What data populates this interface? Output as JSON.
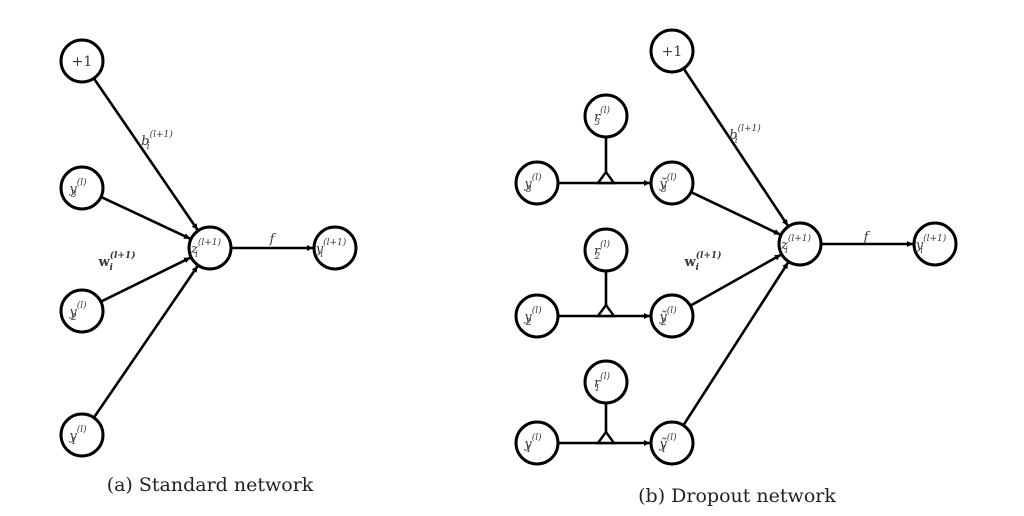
{
  "figure": {
    "panels": [
      {
        "id": "a",
        "caption": "(a) Standard network",
        "nodes": [
          {
            "id": "a_bias",
            "main": "+1",
            "sub": "",
            "sup": "",
            "style": "plain"
          },
          {
            "id": "a_y3",
            "main": "y",
            "sub": "3",
            "sup": "(l)",
            "style": "italic"
          },
          {
            "id": "a_y2",
            "main": "y",
            "sub": "2",
            "sup": "(l)",
            "style": "italic"
          },
          {
            "id": "a_y1",
            "main": "y",
            "sub": "1",
            "sup": "(l)",
            "style": "italic"
          },
          {
            "id": "a_z",
            "main": "z",
            "sub": "i",
            "sup": "(l+1)",
            "style": "italic"
          },
          {
            "id": "a_out",
            "main": "y",
            "sub": "i",
            "sup": "(l+1)",
            "style": "italic"
          }
        ],
        "edges": [
          {
            "from": "a_bias",
            "to": "a_z",
            "arrow": true
          },
          {
            "from": "a_y3",
            "to": "a_z",
            "arrow": true
          },
          {
            "from": "a_y2",
            "to": "a_z",
            "arrow": true
          },
          {
            "from": "a_y1",
            "to": "a_z",
            "arrow": true
          },
          {
            "from": "a_z",
            "to": "a_out",
            "arrow": true
          }
        ],
        "edge_labels": [
          {
            "id": "a_bias_label",
            "main": "b",
            "sub": "i",
            "sup": "(l+1)",
            "style": "italic"
          },
          {
            "id": "a_weight_label",
            "main": "w",
            "sub": "i",
            "sup": "(l+1)",
            "style": "bold"
          },
          {
            "id": "a_activation_label",
            "main": "f",
            "sub": "",
            "sup": "",
            "style": "italic"
          }
        ]
      },
      {
        "id": "b",
        "caption": "(b) Dropout network",
        "nodes": [
          {
            "id": "b_bias",
            "main": "+1",
            "sub": "",
            "sup": "",
            "style": "plain"
          },
          {
            "id": "b_r3",
            "main": "r",
            "sub": "3",
            "sup": "(l)",
            "style": "italic"
          },
          {
            "id": "b_r2",
            "main": "r",
            "sub": "2",
            "sup": "(l)",
            "style": "italic"
          },
          {
            "id": "b_r1",
            "main": "r",
            "sub": "1",
            "sup": "(l)",
            "style": "italic"
          },
          {
            "id": "b_y3",
            "main": "y",
            "sub": "3",
            "sup": "(l)",
            "style": "italic"
          },
          {
            "id": "b_y2",
            "main": "y",
            "sub": "2",
            "sup": "(l)",
            "style": "italic"
          },
          {
            "id": "b_y1",
            "main": "y",
            "sub": "1",
            "sup": "(l)",
            "style": "italic"
          },
          {
            "id": "b_yt3",
            "main": "ỹ",
            "sub": "3",
            "sup": "(l)",
            "style": "italic"
          },
          {
            "id": "b_yt2",
            "main": "ỹ",
            "sub": "2",
            "sup": "(l)",
            "style": "italic"
          },
          {
            "id": "b_yt1",
            "main": "ỹ",
            "sub": "1",
            "sup": "(l)",
            "style": "italic"
          },
          {
            "id": "b_z",
            "main": "z",
            "sub": "i",
            "sup": "(l+1)",
            "style": "italic"
          },
          {
            "id": "b_out",
            "main": "y",
            "sub": "i",
            "sup": "(l+1)",
            "style": "italic"
          }
        ],
        "edges": [
          {
            "from": "b_y3",
            "to": "b_yt3",
            "arrow": true,
            "gated_by": "b_r3"
          },
          {
            "from": "b_y2",
            "to": "b_yt2",
            "arrow": true,
            "gated_by": "b_r2"
          },
          {
            "from": "b_y1",
            "to": "b_yt1",
            "arrow": true,
            "gated_by": "b_r1"
          },
          {
            "from": "b_bias",
            "to": "b_z",
            "arrow": true
          },
          {
            "from": "b_yt3",
            "to": "b_z",
            "arrow": true
          },
          {
            "from": "b_yt2",
            "to": "b_z",
            "arrow": true
          },
          {
            "from": "b_yt1",
            "to": "b_z",
            "arrow": true
          },
          {
            "from": "b_z",
            "to": "b_out",
            "arrow": true
          }
        ],
        "edge_labels": [
          {
            "id": "b_bias_label",
            "main": "b",
            "sub": "i",
            "sup": "(l+1)",
            "style": "italic"
          },
          {
            "id": "b_weight_label",
            "main": "w",
            "sub": "i",
            "sup": "(l+1)",
            "style": "bold"
          },
          {
            "id": "b_activation_label",
            "main": "f",
            "sub": "",
            "sup": "",
            "style": "italic"
          }
        ]
      }
    ]
  }
}
